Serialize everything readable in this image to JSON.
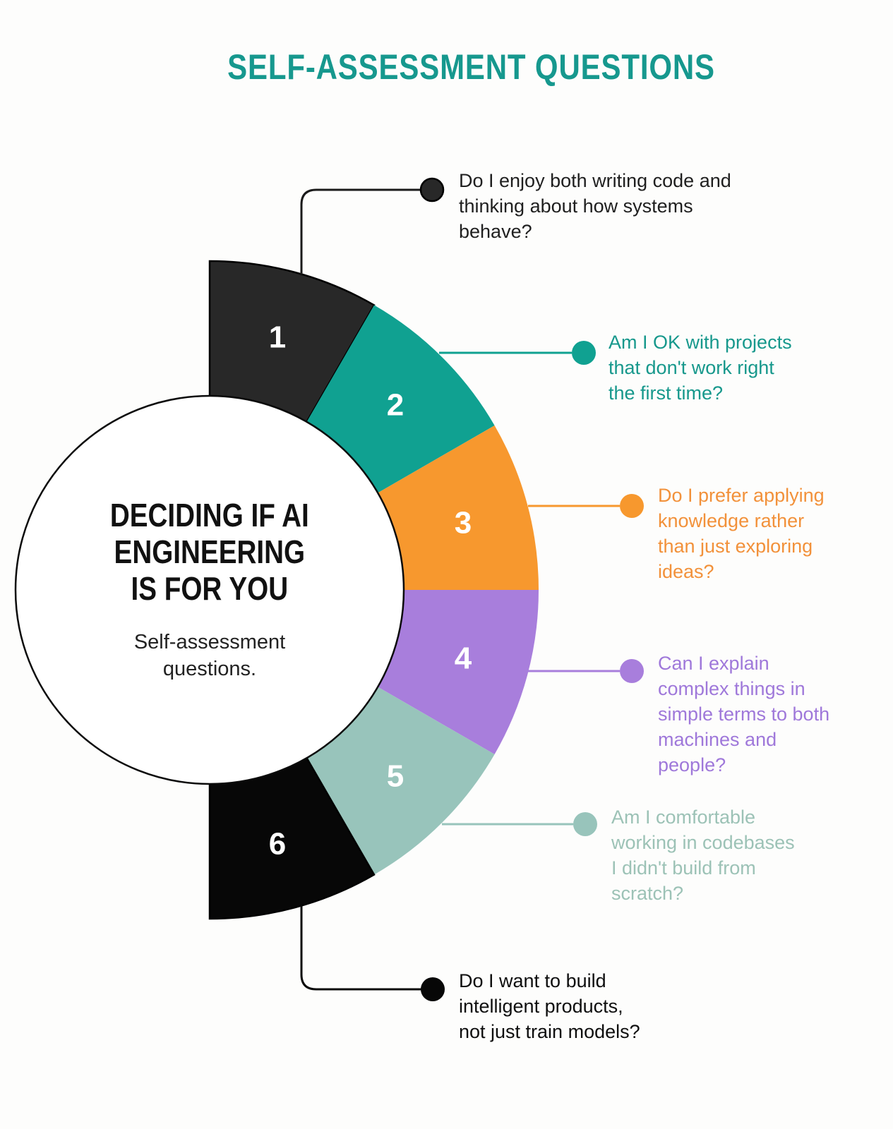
{
  "title": "SELF-ASSESSMENT QUESTIONS",
  "title_color": "#16988e",
  "center": {
    "heading": "DECIDING IF AI\nENGINEERING\nIS FOR YOU",
    "subheading": "Self-assessment\nquestions."
  },
  "chart": {
    "type": "semicircle-donut",
    "segment_count": 6
  },
  "segments": [
    {
      "num": "1",
      "color": "#282828",
      "line_color": "#1a1a1a",
      "question": "Do I enjoy both writing code and\nthinking about how systems\nbehave?",
      "text_color": "#1f1f1f"
    },
    {
      "num": "2",
      "color": "#10a191",
      "line_color": "#10a191",
      "question": "Am I OK with projects\nthat don't work right\nthe first time?",
      "text_color": "#17988c"
    },
    {
      "num": "3",
      "color": "#f7982e",
      "line_color": "#f7982e",
      "question": "Do I prefer applying\nknowledge rather\nthan just exploring\nideas?",
      "text_color": "#f2913a"
    },
    {
      "num": "4",
      "color": "#a87edc",
      "line_color": "#a87edc",
      "question": "Can I explain\ncomplex things in\nsimple terms to both\nmachines and\npeople?",
      "text_color": "#9f78da"
    },
    {
      "num": "5",
      "color": "#98c4bb",
      "line_color": "#98c4bb",
      "question": "Am I comfortable\nworking in codebases\nI didn't build from\nscratch?",
      "text_color": "#9cc2b6"
    },
    {
      "num": "6",
      "color": "#070707",
      "line_color": "#0a0a0a",
      "question": "Do I want to build\nintelligent products,\nnot just train models?",
      "text_color": "#0e0e0e"
    }
  ]
}
